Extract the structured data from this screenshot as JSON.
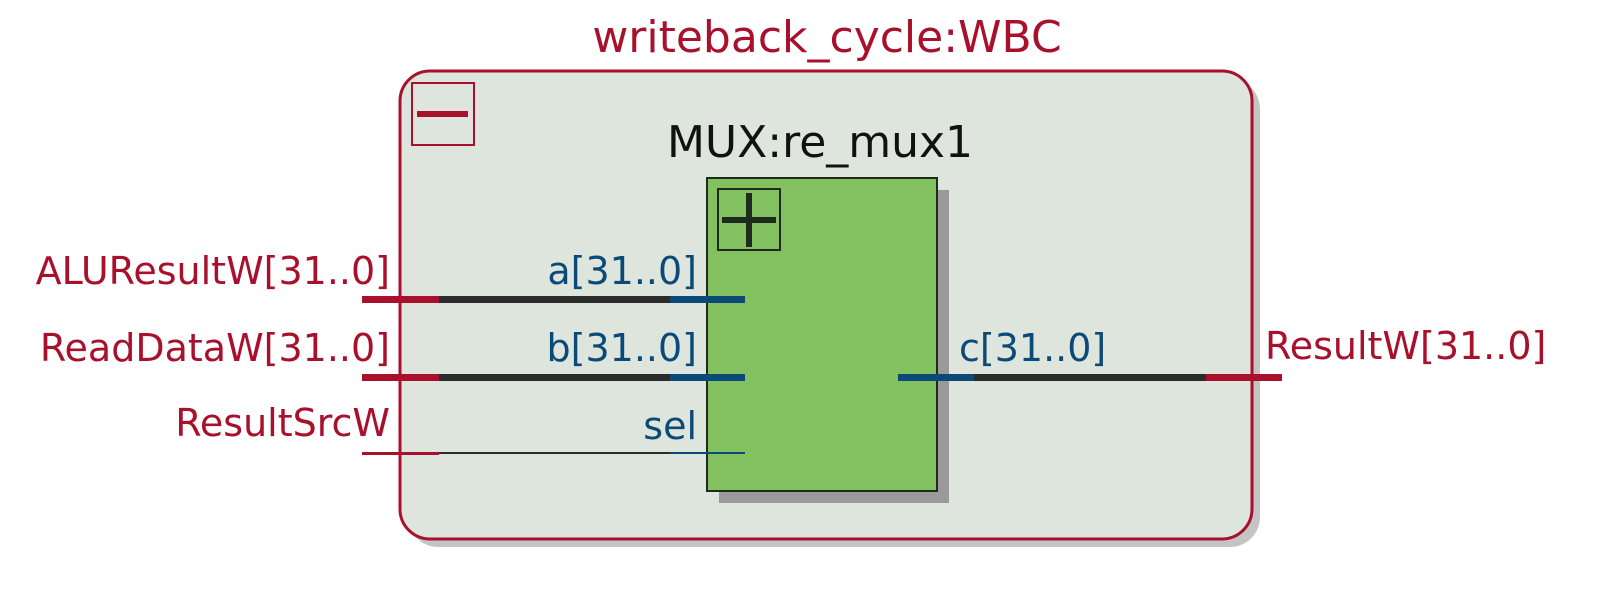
{
  "module": {
    "title": "writeback_cycle:WBC",
    "collapse_icon": "minus-icon"
  },
  "instance": {
    "title": "MUX:re_mux1",
    "expand_icon": "plus-icon",
    "ports": {
      "a": "a[31..0]",
      "b": "b[31..0]",
      "sel": "sel",
      "c": "c[31..0]"
    }
  },
  "signals": {
    "inputs": [
      "ALUResultW[31..0]",
      "ReadDataW[31..0]",
      "ResultSrcW"
    ],
    "output": "ResultW[31..0]"
  },
  "colors": {
    "module_border": "#A8102C",
    "module_fill": "#DDE5DC",
    "instance_fill": "#83C060",
    "port_text": "#0B4A78",
    "wire": "#2B2B2B",
    "shadow": "#9A9A9A"
  }
}
